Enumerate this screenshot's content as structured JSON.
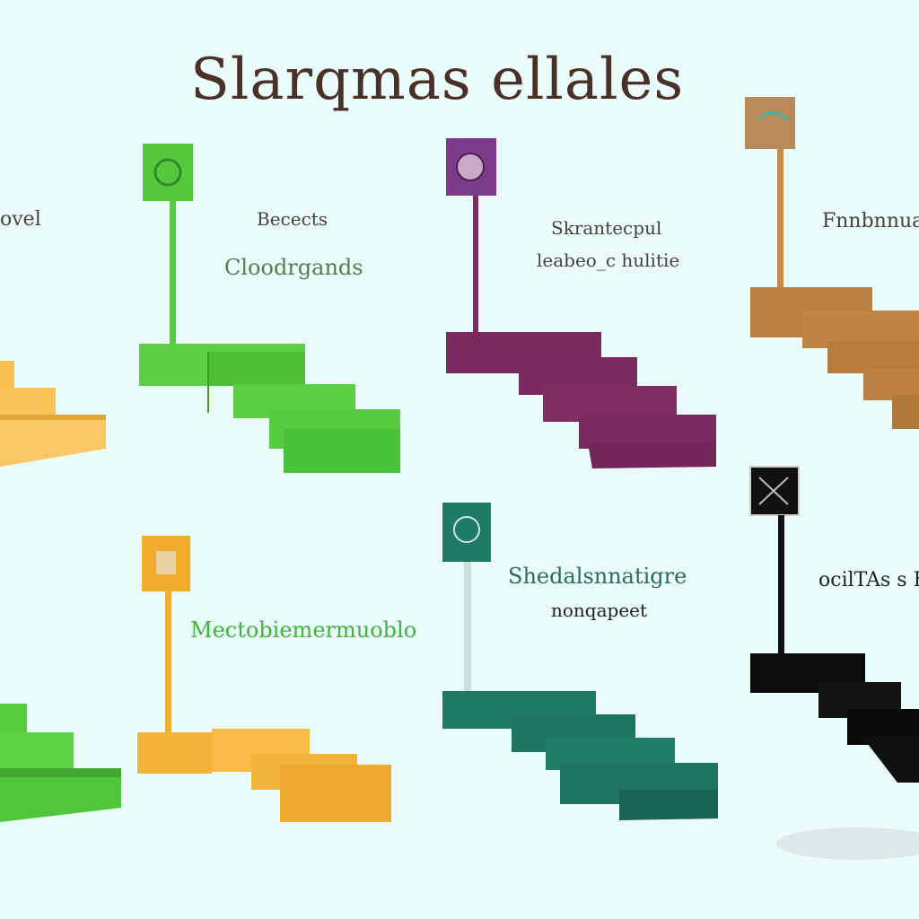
{
  "title": "Slarqmas ellales",
  "groups": [
    {
      "id": "yellow-top-left",
      "color": "#f5b73a",
      "labels": [
        "ovel"
      ]
    },
    {
      "id": "green-top",
      "color": "#4fd03c",
      "labels": [
        "Becects",
        "Cloodrgands"
      ]
    },
    {
      "id": "purple-top",
      "color": "#7a2a5e",
      "labels": [
        "Skrantecpul",
        "leabeo_c hulitie"
      ]
    },
    {
      "id": "brown-top",
      "color": "#b07a3a",
      "labels": [
        "Fnnbnnua"
      ]
    },
    {
      "id": "green-bottom-left",
      "color": "#4fd03c",
      "labels": []
    },
    {
      "id": "orange-bottom",
      "color": "#f0ac2a",
      "labels": [
        "Mectobiemermuoblo"
      ]
    },
    {
      "id": "teal-bottom",
      "color": "#1f7a66",
      "labels": [
        "Shedalsnnatigre",
        "nonqapeet"
      ]
    },
    {
      "id": "black-bottom",
      "color": "#111111",
      "labels": [
        "ocilTAs s F"
      ]
    }
  ]
}
